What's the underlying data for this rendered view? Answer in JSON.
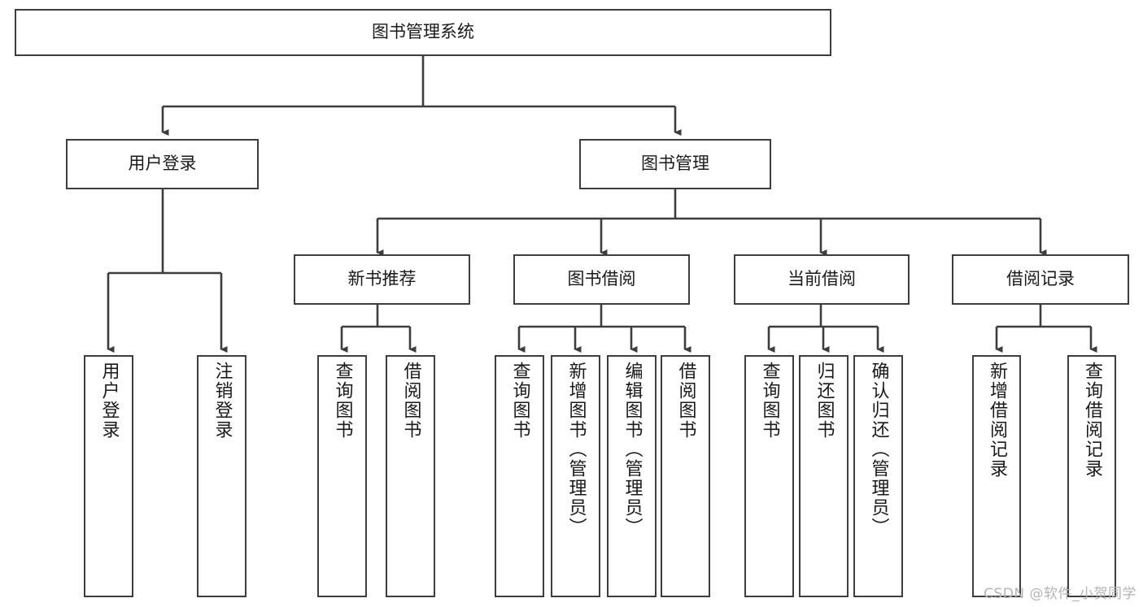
{
  "diagram": {
    "title": "图书管理系统",
    "watermark": "CSDN @软件_小贺同学",
    "stroke_color": "#3d3d3d",
    "background_color": "#ffffff",
    "text_color": "#1a1a1a",
    "watermark_color": "#b4b4b4"
  },
  "nodes": {
    "root": {
      "label": "图书管理系统"
    },
    "level1": [
      {
        "id": "user-login",
        "label": "用户登录"
      },
      {
        "id": "book-management",
        "label": "图书管理"
      }
    ],
    "level2": [
      {
        "id": "new-book-recommend",
        "label": "新书推荐"
      },
      {
        "id": "book-borrow",
        "label": "图书借阅"
      },
      {
        "id": "current-borrow",
        "label": "当前借阅"
      },
      {
        "id": "borrow-record",
        "label": "借阅记录"
      }
    ],
    "leaves": {
      "user-login": [
        {
          "id": "leaf-user-login",
          "label": "用户登录"
        },
        {
          "id": "leaf-user-logout",
          "label": "注销登录"
        }
      ],
      "new-book-recommend": [
        {
          "id": "leaf-query-book-1",
          "label": "查询图书"
        },
        {
          "id": "leaf-borrow-book-1",
          "label": "借阅图书"
        }
      ],
      "book-borrow": [
        {
          "id": "leaf-query-book-2",
          "label": "查询图书"
        },
        {
          "id": "leaf-add-book",
          "label": "新增图书（管理员）"
        },
        {
          "id": "leaf-edit-book",
          "label": "编辑图书（管理员）"
        },
        {
          "id": "leaf-borrow-book-2",
          "label": "借阅图书"
        }
      ],
      "current-borrow": [
        {
          "id": "leaf-query-book-3",
          "label": "查询图书"
        },
        {
          "id": "leaf-return-book",
          "label": "归还图书"
        },
        {
          "id": "leaf-confirm-return",
          "label": "确认归还（管理员）"
        }
      ],
      "borrow-record": [
        {
          "id": "leaf-add-record",
          "label": "新增借阅记录"
        },
        {
          "id": "leaf-query-record",
          "label": "查询借阅记录"
        }
      ]
    }
  }
}
